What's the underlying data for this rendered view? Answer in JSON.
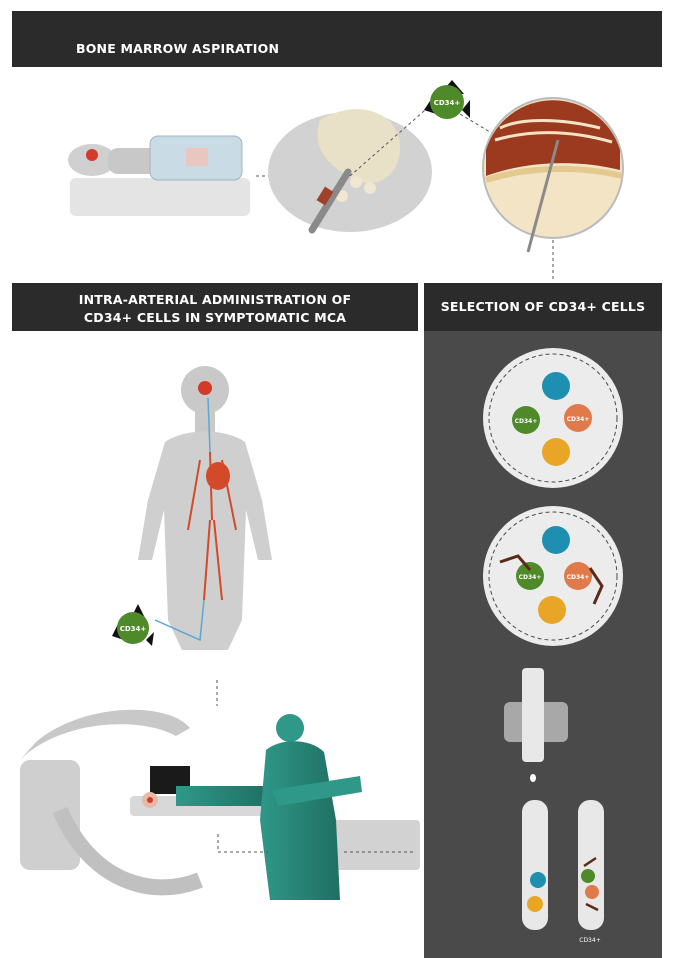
{
  "sections": {
    "bone_marrow_title": "BONE MARROW ASPIRATION",
    "intra_arterial_title_line1": "INTRA-ARTERIAL ADMINISTRATION OF",
    "intra_arterial_title_line2": "CD34+ CELLS IN SYMPTOMATIC MCA",
    "selection_title": "SELECTION OF CD34+ CELLS"
  },
  "cell_labels": {
    "marrow_cell": "CD34+",
    "selection_top": "CD34+",
    "selection_top_orange": "CD34+",
    "selection_bottom": "CD34+",
    "selection_bottom_orange": "CD34+",
    "injected_cell": "CD34+",
    "tube_label": "CD34+"
  },
  "colors": {
    "header_bg": "#2b2b2b",
    "panel_bg": "#4a4a4a",
    "cd34_green": "#4f8a2a",
    "cell_blue": "#1e8fb0",
    "cell_orange": "#e07a4a",
    "cell_yellow": "#e8a526",
    "gown_teal": "#2a8a7a",
    "artery_red": "#d24a2a"
  }
}
